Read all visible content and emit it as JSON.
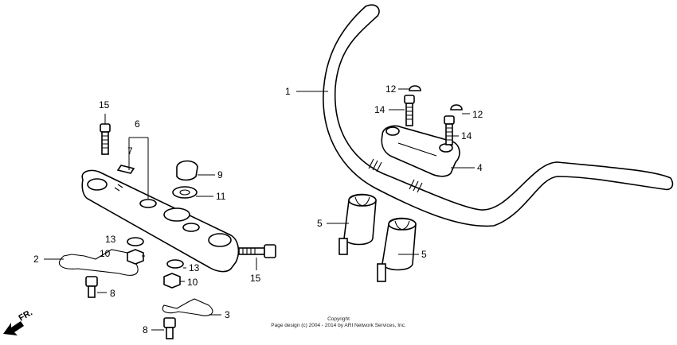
{
  "callouts": [
    {
      "id": "c1",
      "label": "1"
    },
    {
      "id": "c2",
      "label": "2"
    },
    {
      "id": "c3",
      "label": "3"
    },
    {
      "id": "c4",
      "label": "4"
    },
    {
      "id": "c5a",
      "label": "5"
    },
    {
      "id": "c5b",
      "label": "5"
    },
    {
      "id": "c6",
      "label": "6"
    },
    {
      "id": "c7",
      "label": "7"
    },
    {
      "id": "c8a",
      "label": "8"
    },
    {
      "id": "c8b",
      "label": "8"
    },
    {
      "id": "c9",
      "label": "9"
    },
    {
      "id": "c10a",
      "label": "10"
    },
    {
      "id": "c10b",
      "label": "10"
    },
    {
      "id": "c11",
      "label": "11"
    },
    {
      "id": "c12a",
      "label": "12"
    },
    {
      "id": "c12b",
      "label": "12"
    },
    {
      "id": "c13a",
      "label": "13"
    },
    {
      "id": "c13b",
      "label": "13"
    },
    {
      "id": "c14a",
      "label": "14"
    },
    {
      "id": "c14b",
      "label": "14"
    },
    {
      "id": "c15a",
      "label": "15"
    },
    {
      "id": "c15b",
      "label": "15"
    }
  ],
  "copyright": {
    "line1": "Copyright",
    "line2": "Page design (c) 2004 - 2014 by ARI Network Services, Inc."
  },
  "front_marker": {
    "label": "FR."
  }
}
